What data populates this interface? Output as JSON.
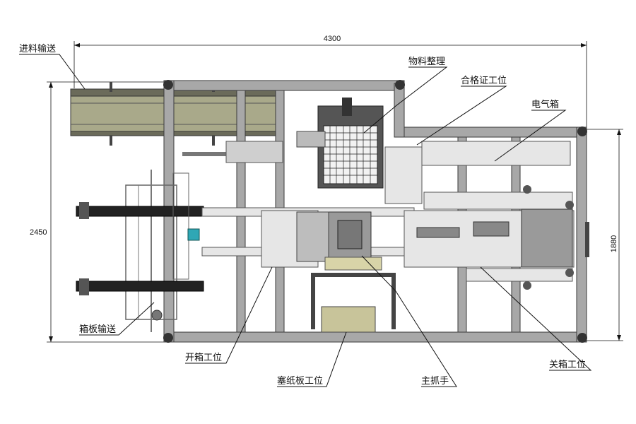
{
  "dimensions": {
    "total_width": "4300",
    "total_height": "2450",
    "right_height": "1880"
  },
  "labels": {
    "feed_conveyor": "进料输送",
    "material_sorting": "物料整理",
    "certificate_station": "合格证工位",
    "electric_box": "电气箱",
    "board_conveyor": "箱板输送",
    "box_opening_station": "开箱工位",
    "cardboard_insert_station": "塞纸板工位",
    "main_gripper": "主抓手",
    "box_closing_station": "关箱工位"
  }
}
